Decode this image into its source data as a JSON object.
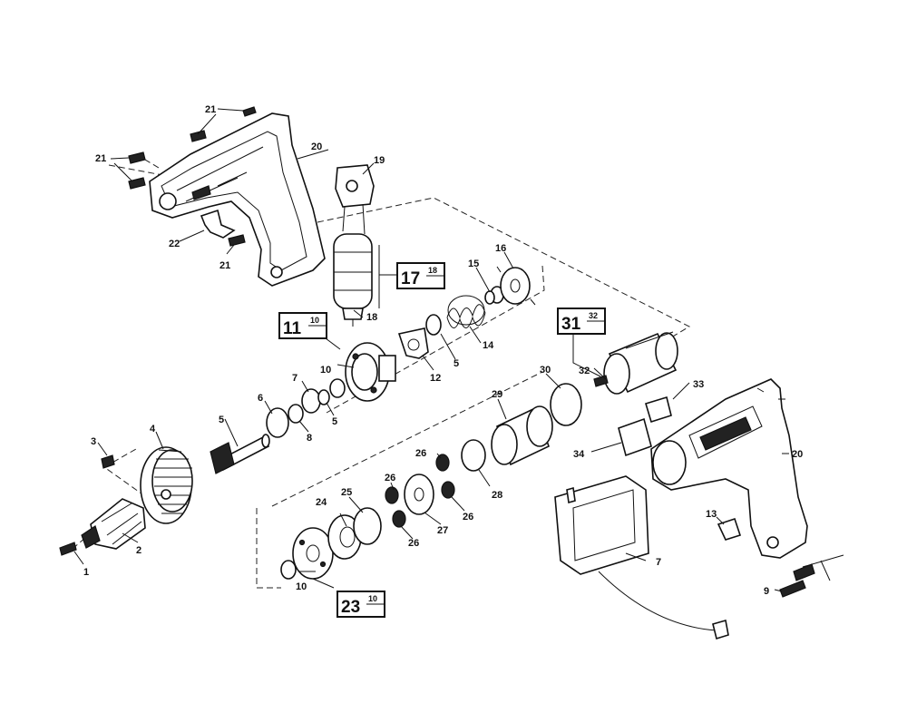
{
  "diagram": {
    "callouts": [
      {
        "id": "c1",
        "text": "1"
      },
      {
        "id": "c2",
        "text": "2"
      },
      {
        "id": "c3",
        "text": "3"
      },
      {
        "id": "c4",
        "text": "4"
      },
      {
        "id": "c5a",
        "text": "5"
      },
      {
        "id": "c5b",
        "text": "5"
      },
      {
        "id": "c5c",
        "text": "5"
      },
      {
        "id": "c6",
        "text": "6"
      },
      {
        "id": "c7a",
        "text": "7"
      },
      {
        "id": "c7b",
        "text": "7"
      },
      {
        "id": "c8",
        "text": "8"
      },
      {
        "id": "c9",
        "text": "9"
      },
      {
        "id": "c10a",
        "text": "10"
      },
      {
        "id": "c10b",
        "text": "10"
      },
      {
        "id": "c12",
        "text": "12"
      },
      {
        "id": "c13",
        "text": "13"
      },
      {
        "id": "c14",
        "text": "14"
      },
      {
        "id": "c15",
        "text": "15"
      },
      {
        "id": "c16",
        "text": "16"
      },
      {
        "id": "c18",
        "text": "18"
      },
      {
        "id": "c19",
        "text": "19"
      },
      {
        "id": "c20a",
        "text": "20"
      },
      {
        "id": "c20b",
        "text": "20"
      },
      {
        "id": "c21a",
        "text": "21"
      },
      {
        "id": "c21b",
        "text": "21"
      },
      {
        "id": "c21c",
        "text": "21"
      },
      {
        "id": "c22",
        "text": "22"
      },
      {
        "id": "c24",
        "text": "24"
      },
      {
        "id": "c25",
        "text": "25"
      },
      {
        "id": "c26a",
        "text": "26"
      },
      {
        "id": "c26b",
        "text": "26"
      },
      {
        "id": "c26c",
        "text": "26"
      },
      {
        "id": "c26d",
        "text": "26"
      },
      {
        "id": "c27",
        "text": "27"
      },
      {
        "id": "c28",
        "text": "28"
      },
      {
        "id": "c29",
        "text": "29"
      },
      {
        "id": "c30",
        "text": "30"
      },
      {
        "id": "c32",
        "text": "32"
      },
      {
        "id": "c33",
        "text": "33"
      },
      {
        "id": "c34",
        "text": "34"
      }
    ],
    "assemblies": [
      {
        "id": "a11",
        "main": "11",
        "sub": "10"
      },
      {
        "id": "a17",
        "main": "17",
        "sub": "18"
      },
      {
        "id": "a23",
        "main": "23",
        "sub": "10"
      },
      {
        "id": "a31",
        "main": "31",
        "sub": "32"
      }
    ]
  }
}
